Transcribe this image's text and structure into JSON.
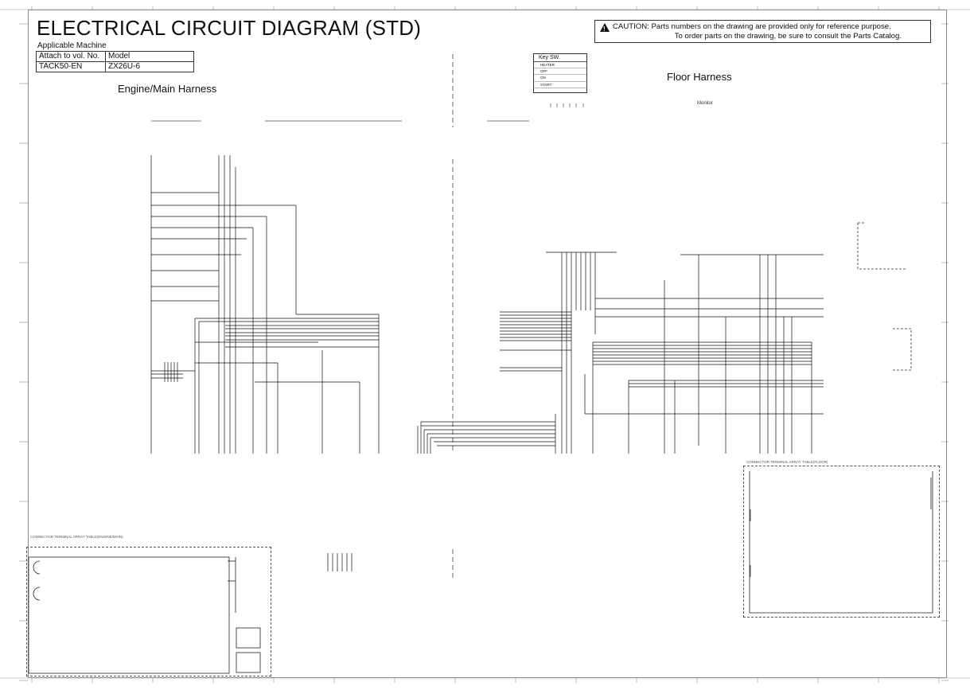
{
  "title": "ELECTRICAL CIRCUIT DIAGRAM (STD)",
  "applicable_machine": {
    "label": "Applicable Machine",
    "headers": [
      "Attach to vol. No.",
      "Model"
    ],
    "row": [
      "TACK50-EN",
      "ZX26U-6"
    ]
  },
  "caution": {
    "line1": "CAUTION: Parts numbers on the drawing are provided only for reference purpose.",
    "line2": "To order parts on the drawing, be sure to consult the Parts Catalog."
  },
  "sections": {
    "engine_main": "Engine/Main Harness",
    "floor": "Floor Harness",
    "monitor": "Monitor"
  },
  "key_switch": {
    "title": "Key SW",
    "positions": [
      "HEATER",
      "OFF",
      "ON",
      "START"
    ]
  },
  "connector_tables": {
    "engine_main": "CONNECTOR TERMINAL ARRAY TABLE(ENGINE/MAIN)",
    "floor": "CONNECTOR TERMINAL ARRAY TABLE(FLOOR)"
  }
}
